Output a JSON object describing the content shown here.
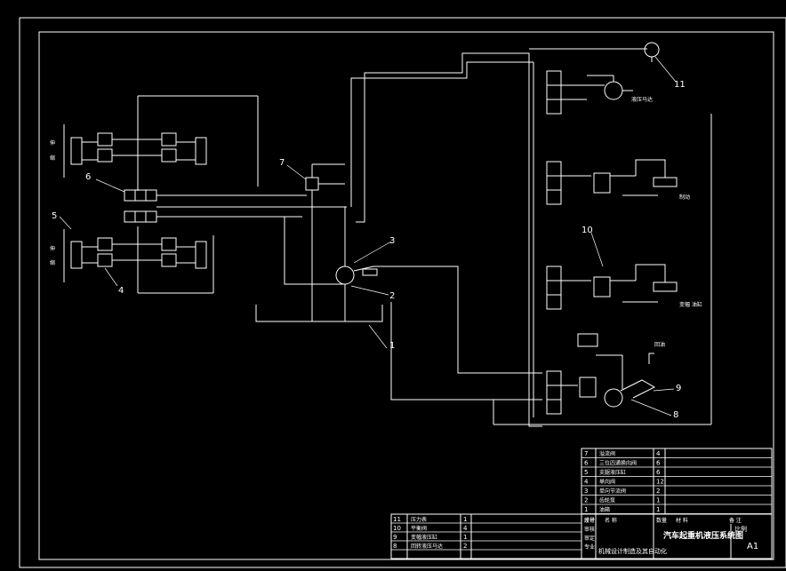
{
  "callouts": [
    "1",
    "2",
    "3",
    "4",
    "5",
    "6",
    "7",
    "8",
    "9",
    "10",
    "11"
  ],
  "small_labels": {
    "motor": "液压马达",
    "brake_top": "制动",
    "brake_mid": "变幅\n油缸",
    "valve_bottom": "回油",
    "left_top_a": "伸",
    "left_top_b": "缩",
    "left_bot_a": "伸",
    "left_bot_b": "缩"
  },
  "parts_upper": [
    {
      "no": "7",
      "name": "溢流阀",
      "qty": "4"
    },
    {
      "no": "6",
      "name": "三位四通换向阀",
      "qty": "6"
    },
    {
      "no": "5",
      "name": "支腿液压缸",
      "qty": "6"
    },
    {
      "no": "4",
      "name": "单向阀",
      "qty": "12"
    },
    {
      "no": "3",
      "name": "单向节流阀",
      "qty": "2"
    },
    {
      "no": "2",
      "name": "齿轮泵",
      "qty": "1"
    },
    {
      "no": "1",
      "name": "油箱",
      "qty": "1"
    }
  ],
  "parts_lower": [
    {
      "no": "11",
      "name": "压力表",
      "qty": "1"
    },
    {
      "no": "10",
      "name": "平衡阀",
      "qty": "4"
    },
    {
      "no": "9",
      "name": "变幅液压缸",
      "qty": "1"
    },
    {
      "no": "8",
      "name": "回转液压马达",
      "qty": "2"
    }
  ],
  "header_row": [
    "序号",
    "名 称",
    "数量",
    "材 料",
    "备 注"
  ],
  "title_block": {
    "drawing_title": "汽车起重机液压系统图",
    "sheet": "A1",
    "scale_label": "比例",
    "rows": [
      "设计",
      "审核",
      "审定",
      "专业"
    ],
    "subtitle": "机械设计制造及其自动化"
  }
}
